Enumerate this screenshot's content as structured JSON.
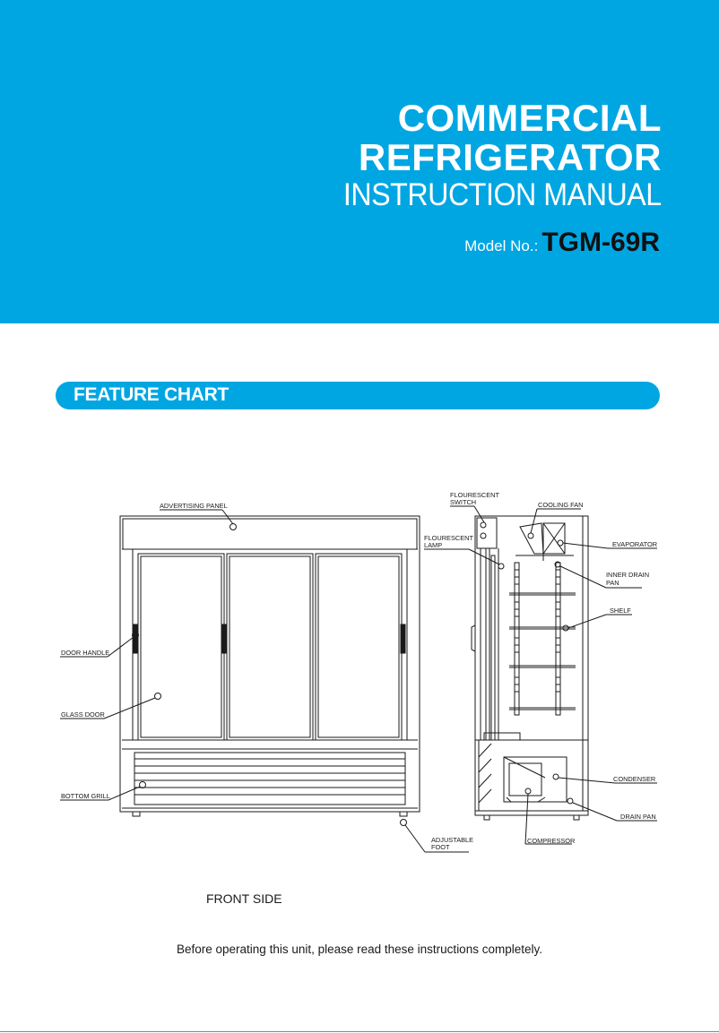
{
  "header": {
    "title_line1": "COMMERCIAL",
    "title_line2": "REFRIGERATOR",
    "title_line3": "INSTRUCTION MANUAL",
    "model_label": "Model No.:",
    "model_number": "TGM-69R"
  },
  "section": {
    "heading": "FEATURE CHART"
  },
  "diagram": {
    "labels": {
      "advertising_panel": "ADVERTISING PANEL",
      "door_handle": "DOOR HANDLE",
      "glass_door": "GLASS DOOR",
      "bottom_grill": "BOTTOM GRILL",
      "adjustable_foot_1": "ADJUSTABLE",
      "adjustable_foot_2": "FOOT",
      "flourescent_switch_1": "FLOURESCENT",
      "flourescent_switch_2": "SWITCH",
      "flourescent_lamp_1": "FLOURESCENT",
      "flourescent_lamp_2": "LAMP",
      "cooling_fan": "COOLING FAN",
      "evaporator": "EVAPORATOR",
      "inner_drain_pan_1": "INNER DRAIN",
      "inner_drain_pan_2": "PAN",
      "shelf": "SHELF",
      "condenser": "CONDENSER",
      "drain_pan": "DRAIN PAN",
      "compressor": "COMPRESSOR"
    },
    "front_caption": "FRONT SIDE"
  },
  "footer": {
    "notice": "Before operating this unit, please read these instructions completely."
  },
  "colors": {
    "brand_blue": "#00a6e2",
    "white": "#ffffff"
  }
}
